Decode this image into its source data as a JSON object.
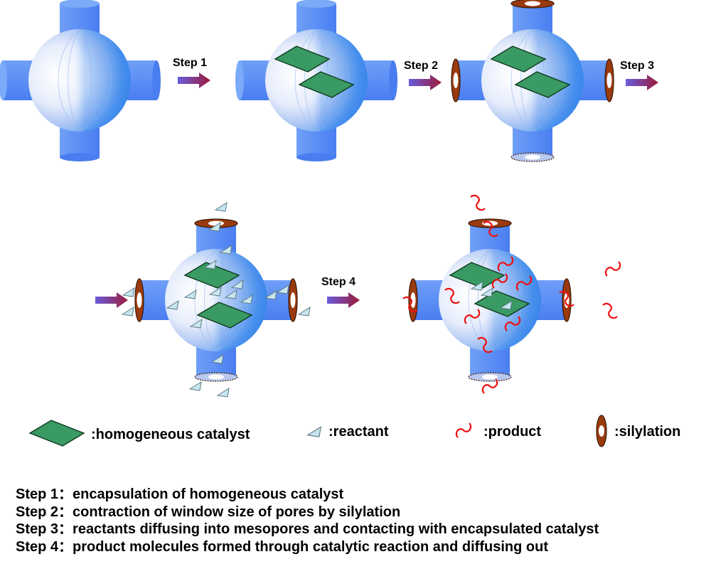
{
  "steps": [
    {
      "label": "Step 1"
    },
    {
      "label": "Step 2"
    },
    {
      "label": "Step 3"
    },
    {
      "label": "Step 4"
    }
  ],
  "legend": {
    "catalyst": ":homogeneous catalyst",
    "reactant": ":reactant",
    "product": ":product",
    "silylation": ":silylation"
  },
  "descriptions": [
    {
      "prefix": "Step 1：",
      "text": "encapsulation  of homogeneous catalyst"
    },
    {
      "prefix": "Step 2：",
      "text": "contraction of window size of pores by silylation"
    },
    {
      "prefix": "Step 3：",
      "text": "reactants diffusing into mesopores and contacting with encapsulated catalyst"
    },
    {
      "prefix": "Step 4：",
      "text": "product molecules formed through catalytic reaction and diffusing out"
    }
  ],
  "colors": {
    "channel": "#5b8ff5",
    "sphere_light": "#f4f6fd",
    "sphere_dark": "#2e86ee",
    "catalyst": "#3a9a63",
    "reactant": "#c8e6ee",
    "product": "#ee1010",
    "silylation_ring": "#9a3a0e",
    "arrow_start": "#6a5bdc",
    "arrow_end": "#9b1a3a"
  }
}
